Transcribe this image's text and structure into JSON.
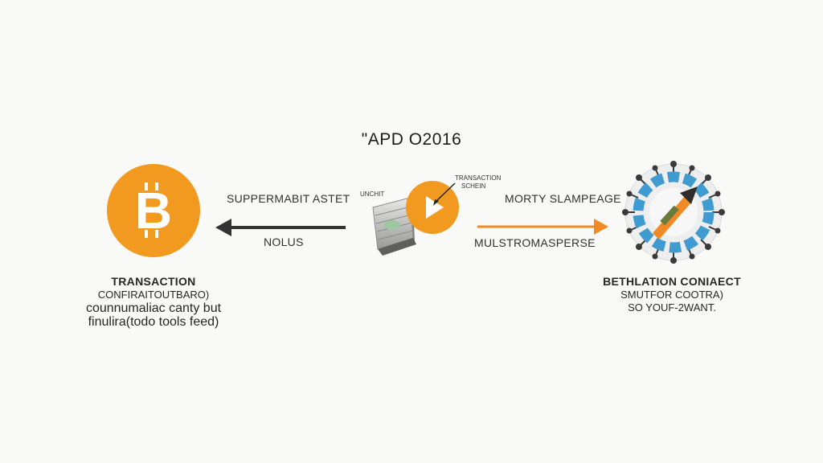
{
  "title": "\"APD O2016",
  "colors": {
    "bitcoin_orange": "#f29a1f",
    "arrow_dark": "#333333",
    "arrow_orange": "#f08a24",
    "gear_blue": "#3f9bd0",
    "bill_green": "#9cc7a0"
  },
  "left_node": {
    "icon": "bitcoin-icon",
    "heading": "TRANSACTION",
    "line1": "CONFIRAITOUTBARO)",
    "line2": "counnumaliac canty but",
    "line3": "finulira(todo tools feed)"
  },
  "arrow_left": {
    "top_label": "SUPPERMABIT ASTET",
    "bottom_label": "NOLUS"
  },
  "middle": {
    "icon": "bill-stack-icon",
    "play_icon": "play-button-icon",
    "small_label_left": "UNCHIT",
    "small_label_right_1": "TRANSACTION",
    "small_label_right_2": "SCHEIN"
  },
  "arrow_right": {
    "top_label": "MORTY SLAMPEAGE",
    "bottom_label": "MULSTROMASPERSE"
  },
  "right_node": {
    "icon": "gear-tools-icon",
    "heading": "BETHLATION CONIAECT",
    "line1": "SMUTFOR COOTRA)",
    "line2": "SO YOUF-2WANT."
  }
}
